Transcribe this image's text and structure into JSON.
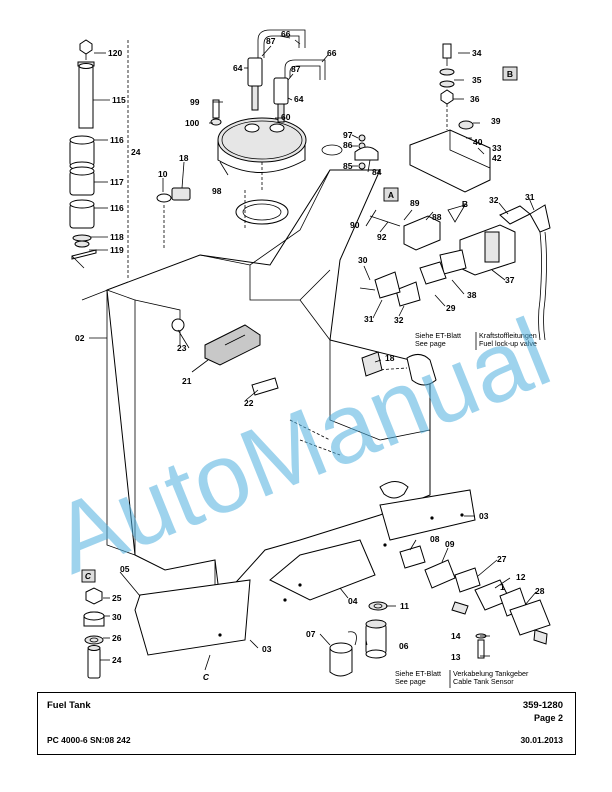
{
  "watermark": "AutoManual",
  "title_block": {
    "title": "Fuel Tank",
    "drawing_number": "359-1280",
    "page": "Page 2",
    "model": "PC 4000-6 SN:08 242",
    "date": "30.01.2013"
  },
  "detail_markers": {
    "a": "A",
    "b": "B",
    "c": "C",
    "b_view": "B",
    "c_view": "C"
  },
  "notes": {
    "et_blatt_1": "Siehe ET-Blatt",
    "see_page_1": "See page",
    "lockup_de": "Kraftstoffleitungen",
    "lockup_en": "Fuel lock-up valve",
    "et_blatt_2": "Siehe ET-Blatt",
    "see_page_2": "See page",
    "sensor_de": "Verkabelung Tankgeber",
    "sensor_en": "Cable Tank Sensor"
  },
  "callouts": {
    "p120": "120",
    "p115": "115",
    "p116a": "116",
    "p117": "117",
    "p116b": "116",
    "p118": "118",
    "p119": "119",
    "p24a": "24",
    "p87a": "87",
    "p66a": "66",
    "p66b": "66",
    "p64a": "64",
    "p87b": "87",
    "p64b": "64",
    "p99": "99",
    "p100": "100",
    "p60": "60",
    "p98": "98",
    "p18a": "18",
    "p10": "10",
    "p97": "97",
    "p86": "86",
    "p85": "85",
    "p84": "84",
    "p34": "34",
    "p35": "35",
    "p36": "36",
    "p39": "39",
    "p40": "40",
    "p33": "33",
    "p42": "42",
    "p89": "89",
    "p88": "88",
    "p90": "90",
    "p92": "92",
    "p31a": "31",
    "p32a": "32",
    "p37": "37",
    "p38": "38",
    "p29": "29",
    "p30": "30",
    "p32b": "32",
    "p31b": "31",
    "p02": "02",
    "p23": "23",
    "p21": "21",
    "p22": "22",
    "p18b": "18",
    "p03a": "03",
    "p08": "08",
    "p09": "09",
    "p27": "27",
    "p12": "12",
    "p1": "1",
    "p28": "28",
    "p05": "05",
    "p25": "25",
    "p30b": "30",
    "p26": "26",
    "p24b": "24",
    "p04": "04",
    "p11": "11",
    "p07": "07",
    "p06": "06",
    "p03b": "03",
    "p14": "14",
    "p13": "13"
  }
}
